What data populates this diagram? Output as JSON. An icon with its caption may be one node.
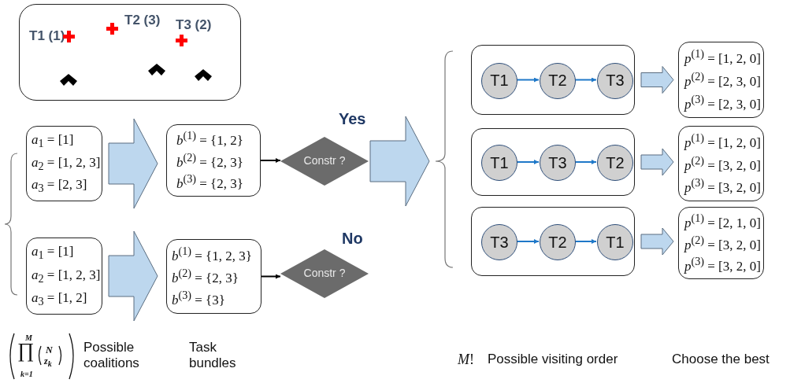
{
  "diagram": {
    "nodes": [
      {
        "text": [
          "T1 (1)",
          "T2 (3)",
          "T3 (2)"
        ]
      },
      {
        "text": [
          "*a*$_{1}$ = [1]",
          "*a*$_{2}$ = [1, 2, 3]",
          "*a*$_{3}$ = [2, 3]"
        ]
      },
      {
        "text": [
          "*b*$^{(1)}$ = {1, 2}",
          "*b*$^{(2)}$ = {2, 3}",
          "*b*$^{(3)}$ = {2, 3}"
        ]
      },
      {
        "text": [
          "Constr ?"
        ],
        "beside": [
          "Yes"
        ]
      },
      {
        "text": [
          "*a*$_{1}$ = [1]",
          "*a*$_{2}$ = [1, 2, 3]",
          "*a*$_{3}$ = [1, 2]"
        ]
      },
      {
        "text": [
          "*b*$^{(1)}$ = {1, 2, 3}",
          "*b*$^{(2)}$ = {2, 3}",
          "*b*$^{(3)}$ = {3}"
        ]
      },
      {
        "text": [
          "Constr ?"
        ],
        "beside": [
          "No"
        ]
      },
      {
        "text": [],
        "shape": "box"
      },
      {
        "text": [
          "T1"
        ],
        "in": 7
      },
      {
        "text": [
          "T2"
        ],
        "in": 7
      },
      {
        "text": [
          "T3"
        ],
        "in": 7
      },
      {
        "text": [
          "*p*$^{(1)}$ = [1, 2, 0]",
          "*p*$^{(2)}$ = [2, 3, 0]",
          "*p*$^{(3)}$ = [2, 3, 0]"
        ]
      },
      {
        "text": [],
        "shape": "box"
      },
      {
        "text": [
          "T1"
        ],
        "in": 12
      },
      {
        "text": [
          "T3"
        ],
        "in": 12
      },
      {
        "text": [
          "T2"
        ],
        "in": 12
      },
      {
        "text": [
          "*p*$^{(1)}$ = [1, 2, 0]",
          "*p*$^{(2)}$ = [3, 2, 0]",
          "*p*$^{(3)}$ = [3, 2, 0]"
        ]
      },
      {
        "text": [],
        "shape": "box"
      },
      {
        "text": [
          "T3"
        ],
        "in": 17
      },
      {
        "text": [
          "T2"
        ],
        "in": 17
      },
      {
        "text": [
          "T1"
        ],
        "in": 17
      },
      {
        "text": [
          "*p*$^{(1)}$ = [2, 1, 0]",
          "*p*$^{(2)}$ = [3, 2, 0]",
          "*p*$^{(3)}$ = [3, 2, 0]"
        ]
      }
    ],
    "edges": [
      {
        "from": 1,
        "to": 2,
        "arrow": "to",
        "style": "thick"
      },
      {
        "from": 2,
        "to": 3,
        "arrow": "to",
        "color": "#000000"
      },
      {
        "from": 4,
        "to": 5,
        "arrow": "to",
        "style": "thick"
      },
      {
        "from": 5,
        "to": 6,
        "arrow": "to",
        "color": "#000000"
      },
      {
        "from": 3,
        "to": null,
        "arrow": "to",
        "style": "thick"
      },
      {
        "from": 8,
        "to": 9,
        "arrow": "to",
        "color": "#1f78c8"
      },
      {
        "from": 9,
        "to": 10,
        "arrow": "to",
        "color": "#1f78c8"
      },
      {
        "from": 13,
        "to": 14,
        "arrow": "to",
        "color": "#1f78c8"
      },
      {
        "from": 14,
        "to": 15,
        "arrow": "to",
        "color": "#1f78c8"
      },
      {
        "from": 18,
        "to": 19,
        "arrow": "to",
        "color": "#1f78c8"
      },
      {
        "from": 19,
        "to": 20,
        "arrow": "to",
        "color": "#1f78c8"
      },
      {
        "from": 7,
        "to": 11,
        "arrow": "to",
        "style": "thick"
      },
      {
        "from": 12,
        "to": 16,
        "arrow": "to",
        "style": "thick"
      },
      {
        "from": 17,
        "to": 21,
        "arrow": "to",
        "style": "thick"
      }
    ],
    "labels": [
      "M",
      "∏",
      "k=1",
      "N",
      "z$_{k}$",
      "Possible coalitions",
      "Task bundles",
      "*M*!",
      "Possible visiting order",
      "Choose the best"
    ]
  }
}
